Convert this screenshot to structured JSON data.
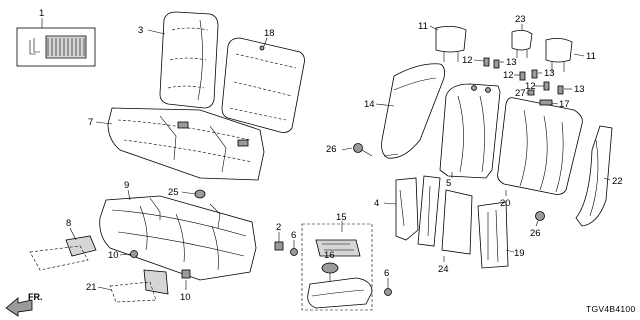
{
  "diagram": {
    "callouts": {
      "c1": "1",
      "c2": "2",
      "c3": "3",
      "c4": "4",
      "c5": "5",
      "c6a": "6",
      "c6b": "6",
      "c7": "7",
      "c8": "8",
      "c9": "9",
      "c10a": "10",
      "c10b": "10",
      "c11a": "11",
      "c11b": "11",
      "c12a": "12",
      "c12b": "12",
      "c12c": "12",
      "c13a": "13",
      "c13b": "13",
      "c13c": "13",
      "c14": "14",
      "c15": "15",
      "c16": "16",
      "c17": "17",
      "c18": "18",
      "c19": "19",
      "c20": "20",
      "c21": "21",
      "c22": "22",
      "c23": "23",
      "c24": "24",
      "c25": "25",
      "c26a": "26",
      "c26b": "26",
      "c27": "27"
    },
    "forward_label": "FR.",
    "diagram_code": "TGV4B4100"
  }
}
